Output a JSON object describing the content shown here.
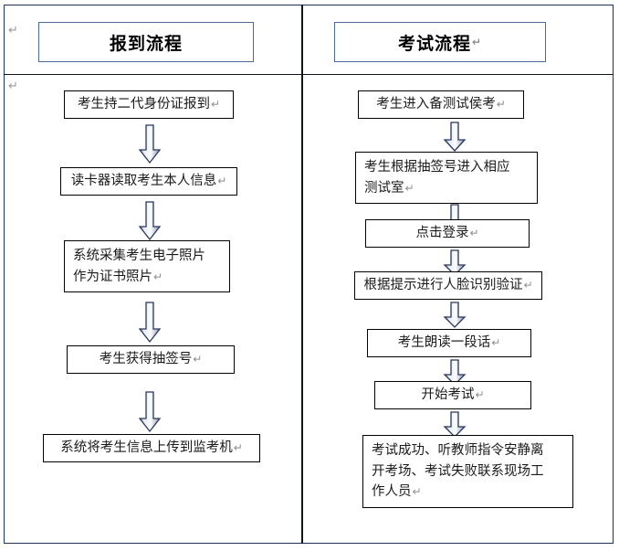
{
  "document": {
    "type": "flowchart",
    "background": "#ffffff",
    "outer_border_color": "#1f3259",
    "divider_color": "#10161f",
    "title_border_color": "#4a6b94",
    "node_border_color": "#000000",
    "arrow_outline_color": "#28375c",
    "arrow_fill_light": "#fdfdfe",
    "arrow_fill_dark": "#9aa4bb",
    "paragraph_mark": "↵"
  },
  "margin_marks": [
    {
      "name": "pilcrow-header-left",
      "glyph": "↵"
    },
    {
      "name": "pilcrow-body-left",
      "glyph": "↵"
    }
  ],
  "columns": [
    {
      "id": "checkin",
      "title": "报到流程",
      "nodes": [
        {
          "id": "checkin-1",
          "lines": [
            "考生持二代身份证报到"
          ],
          "align": "center",
          "mark": "↵"
        },
        {
          "id": "checkin-2",
          "lines": [
            "读卡器读取考生本人信息"
          ],
          "align": "center",
          "mark": "↵"
        },
        {
          "id": "checkin-3",
          "lines": [
            "系统采集考生电子照片",
            "作为证书照片"
          ],
          "align": "left",
          "mark": "↵"
        },
        {
          "id": "checkin-4",
          "lines": [
            "考生获得抽签号"
          ],
          "align": "center",
          "mark": "↵"
        },
        {
          "id": "checkin-5",
          "lines": [
            "系统将考生信息上传到监考机"
          ],
          "align": "center",
          "mark": "↵"
        }
      ],
      "arrow_count": 4
    },
    {
      "id": "exam",
      "title": "考试流程",
      "title_mark": "↵",
      "nodes": [
        {
          "id": "exam-1",
          "lines": [
            "考生进入备测试侯考"
          ],
          "align": "center",
          "mark": "↵"
        },
        {
          "id": "exam-2",
          "lines": [
            "考生根据抽签号进入相应",
            "测试室"
          ],
          "align": "left",
          "mark": "↵"
        },
        {
          "id": "exam-3",
          "lines": [
            "点击登录"
          ],
          "align": "center",
          "mark": "↵"
        },
        {
          "id": "exam-4",
          "lines": [
            "根据提示进行人脸识别验证"
          ],
          "align": "center",
          "mark": "↵"
        },
        {
          "id": "exam-5",
          "lines": [
            "考生朗读一段话"
          ],
          "align": "center",
          "mark": "↵"
        },
        {
          "id": "exam-6",
          "lines": [
            "开始考试"
          ],
          "align": "center",
          "mark": "↵"
        },
        {
          "id": "exam-7",
          "lines": [
            "考试成功、听教师指令安静离",
            "开考场、考试失败联系现场工",
            "作人员"
          ],
          "align": "left",
          "mark": "↵"
        }
      ],
      "arrow_count": 6
    }
  ]
}
